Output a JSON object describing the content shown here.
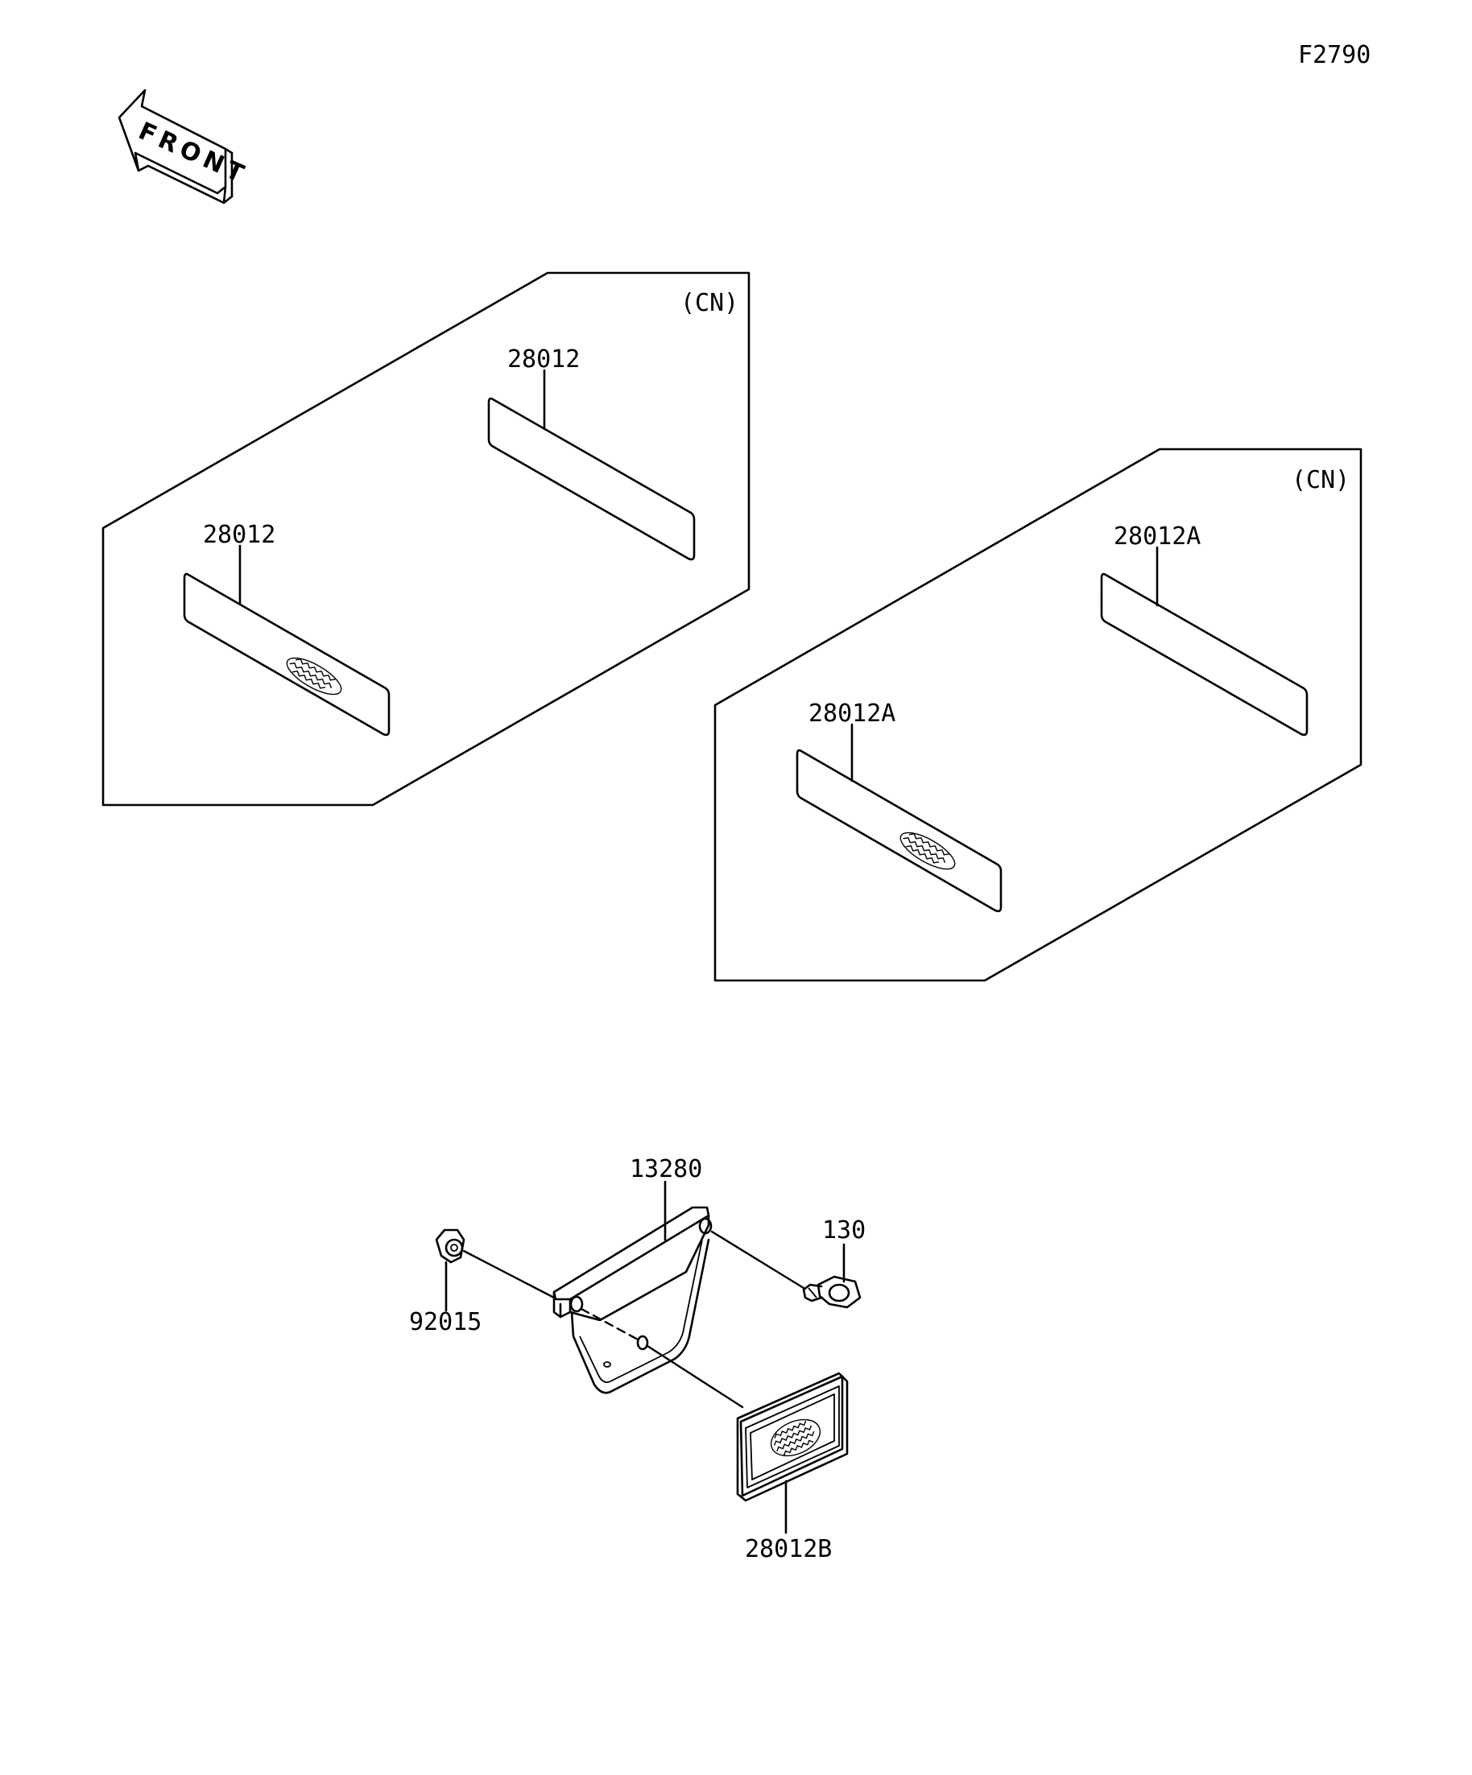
{
  "figure_code": "F2790",
  "direction_label": "FRONT",
  "groups": [
    {
      "variant": "(CN)",
      "parts": [
        {
          "label": "28012"
        },
        {
          "label": "28012"
        }
      ]
    },
    {
      "variant": "(CN)",
      "parts": [
        {
          "label": "28012A"
        },
        {
          "label": "28012A"
        }
      ]
    }
  ],
  "assembly": {
    "parts": [
      {
        "label": "13280"
      },
      {
        "label": "130"
      },
      {
        "label": "92015"
      },
      {
        "label": "28012B"
      }
    ]
  }
}
